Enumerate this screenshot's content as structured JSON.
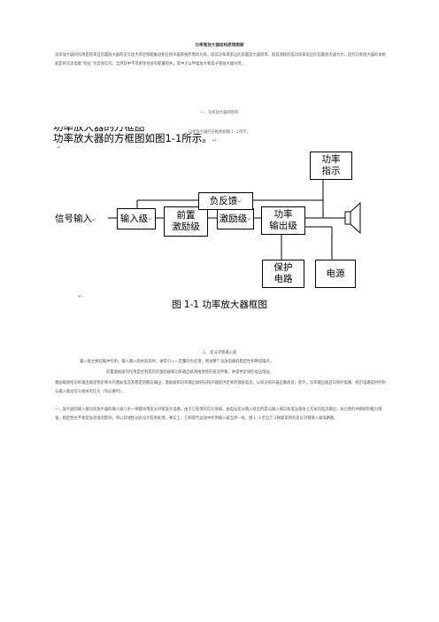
{
  "doc": {
    "title": "功率管放大器结构原理图解",
    "intro": "功率放大器的作用是将来自前置放大器的信号放大到足够能推动相应扬声器系统所需的功率。就其功率来说远比前置放大器简单，就其消耗的电功率来说远比前置放大器为大，因为功率放大器的本质就是将交流电能“转化”为音频信号，当然其中不可避免地会有能量损失，其中尤以甲类放大和电子管放大器为甚。",
    "section_heading": "一、功率放大器的结构",
    "section_sub": "功率放大器的方框图如图１-１所示。",
    "figure": {
      "cut_heading": "功率放大器的方框图",
      "heading": "功率放大器的方框图如图1-1所示。",
      "boxes": {
        "input": "输入级",
        "preamp": "前置\n激励级",
        "driver": "激励级",
        "power_output": "功率\n输出级",
        "feedback": "负反馈",
        "power_indicator": "功率\n指示",
        "protection": "保护\n电路",
        "power_supply": "电源"
      },
      "signal_input": "信号输入",
      "caption": "图 1-1 功率放大器框图"
    },
    "item_title": "1、 差分对管输入级",
    "p1": "输入级主要起缓冲作用，输入输入阻抗较高时，通常引入一定量的负反馈，增加整个功放电路的稳定性和降低噪声。",
    "p2": "前置激励级的作用是控制其后的激励级和功率输出级两推挽管的直流平衡，并提供足够的电压增益。",
    "p3": "激励级则给功率输出级提供足够大的激励电流及稳定的静态偏压，激励级和功率输出级则向扬声器提供足够的激励电流，以保证扬声器正确放音。此外，功率输出级还向保护电路、指示电路提供控制与输入驱动信号相关的信号（有必要时）。",
    "p4": "一、放大器的输入级功率放大器的输入级几乎一律都采用差分对管放大电路。由于它处理的信号很弱，由电压差分输入给出的是与输入端口处电压基本上无关的电流输出，加之他的共模抑制能力很强，稳定性也不易受溢流电的影响，所以其线性动态设计较易处理，事实上，它和现代运放中所用输入级当然一样，图１-２示出了３种最常用的差分对管输入级电路图。"
  }
}
